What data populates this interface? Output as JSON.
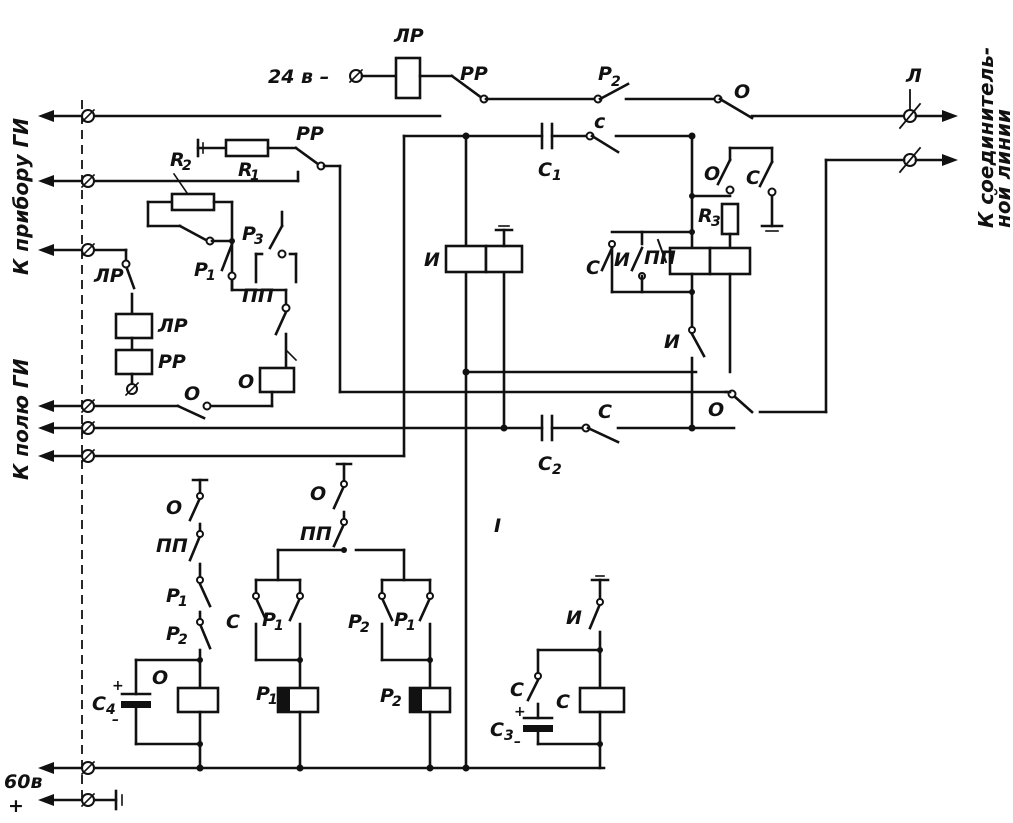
{
  "colors": {
    "ink": "#111111",
    "paper": "#ffffff"
  },
  "side_labels": {
    "to_device": "К прибору ГИ",
    "to_field": "К полю ГИ",
    "to_line_1": "К соединитель-",
    "to_line_2": "ной линии"
  },
  "supply": {
    "top": "24 в –",
    "bottom_minus": "60в",
    "bottom_plus": "+"
  },
  "relays": {
    "LR": "ЛР",
    "RR": "РР",
    "O": "О",
    "S": "С",
    "PP": "ПП",
    "I": "И",
    "P1": "Р",
    "P2": "Р",
    "sub1": "1",
    "sub2": "2"
  },
  "contacts": {
    "RR": "РР",
    "P2": "Р",
    "O": "О",
    "c_small": "с",
    "S": "С",
    "I": "И",
    "PP": "ПП",
    "LR": "ЛР",
    "P1": "Р",
    "P3": "Р",
    "sub1": "1",
    "sub2": "2",
    "sub3": "3",
    "L": "Л"
  },
  "components": {
    "R1": "R",
    "R2": "R",
    "R3": "R",
    "C1": "С",
    "C2": "С",
    "C3": "С",
    "C4": "С",
    "sub1": "1",
    "sub2": "2",
    "sub3": "3",
    "sub4": "4",
    "plus": "+",
    "minus": "–"
  },
  "marks": {
    "stray": "I"
  }
}
